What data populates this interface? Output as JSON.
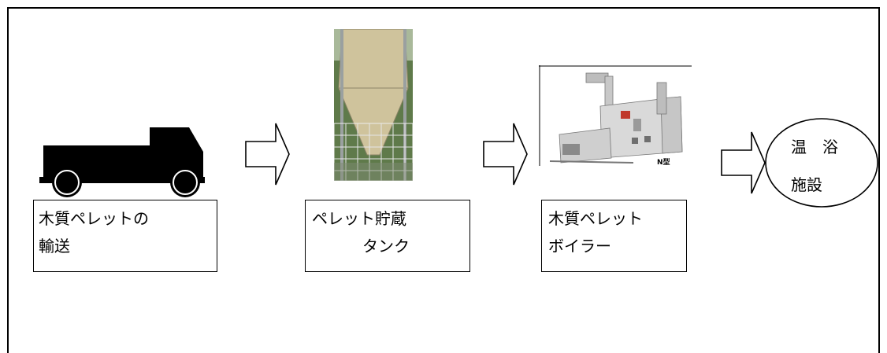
{
  "steps": [
    {
      "line1": "木質ペレットの",
      "line2": "輸送"
    },
    {
      "line1": "ペレット貯蔵",
      "line2": "タンク"
    },
    {
      "line1": "木質ペレット",
      "line2": "ボイラー"
    }
  ],
  "destination": {
    "line1": "温　浴",
    "line2": "施設"
  },
  "boiler_photo": {
    "model_mark": "N型"
  },
  "colors": {
    "stroke": "#000000",
    "tank_body": "#cfc39c",
    "boiler_body": "#d9d9d9",
    "boiler_accent": "#c0392b"
  }
}
